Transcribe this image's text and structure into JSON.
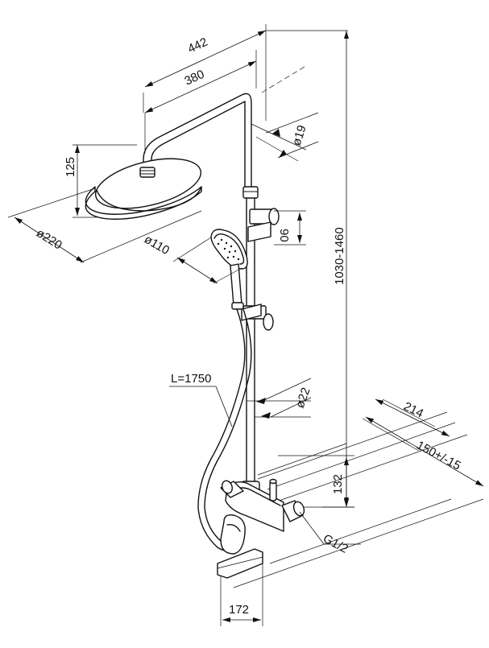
{
  "dimensions": {
    "width_total": "442",
    "width_arm": "380",
    "head_height": "125",
    "head_diameter": "ø220",
    "pipe_diameter": "ø19",
    "handshower_diameter": "ø110",
    "slider_offset": "90",
    "height_range": "1030-1460",
    "hose_length": "L=1750",
    "column_diameter": "ø22",
    "wall_depth": "214",
    "inlet_spacing": "150+/-15",
    "mixer_height": "132",
    "thread_size": "G1/2",
    "spout_length": "172"
  }
}
